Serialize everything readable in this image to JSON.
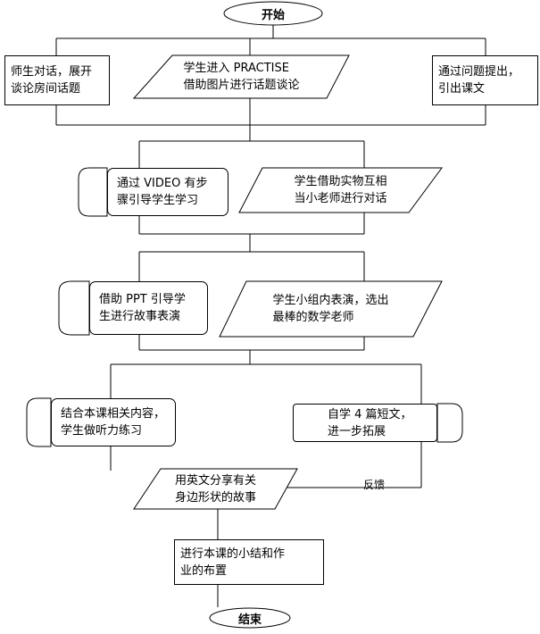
{
  "nodes": {
    "start": "开始",
    "r1_left": "师生对话，展开\n谈论房间话题",
    "r1_center": "学生进入 PRACTISE\n借助图片进行话题谈论",
    "r1_right": "通过问题提出，\n引出课文",
    "r2_left": "通过 VIDEO  有步\n骤引导学生学习",
    "r2_right": "学生借助实物互相\n当小老师进行对话",
    "r3_left": "借助  PPT  引导学\n生进行故事表演",
    "r3_right": "学生小组内表演，选出\n最棒的数学老师",
    "r4_left": "结合本课相关内容，\n学生做听力练习",
    "r4_right": "自学 4 篇短文，\n进一步拓展",
    "share": "用英文分享有关\n身边形状的故事",
    "summary": "进行本课的小结和作\n业的布置",
    "end": "结束"
  },
  "edge_labels": {
    "feedback": "反馈"
  }
}
